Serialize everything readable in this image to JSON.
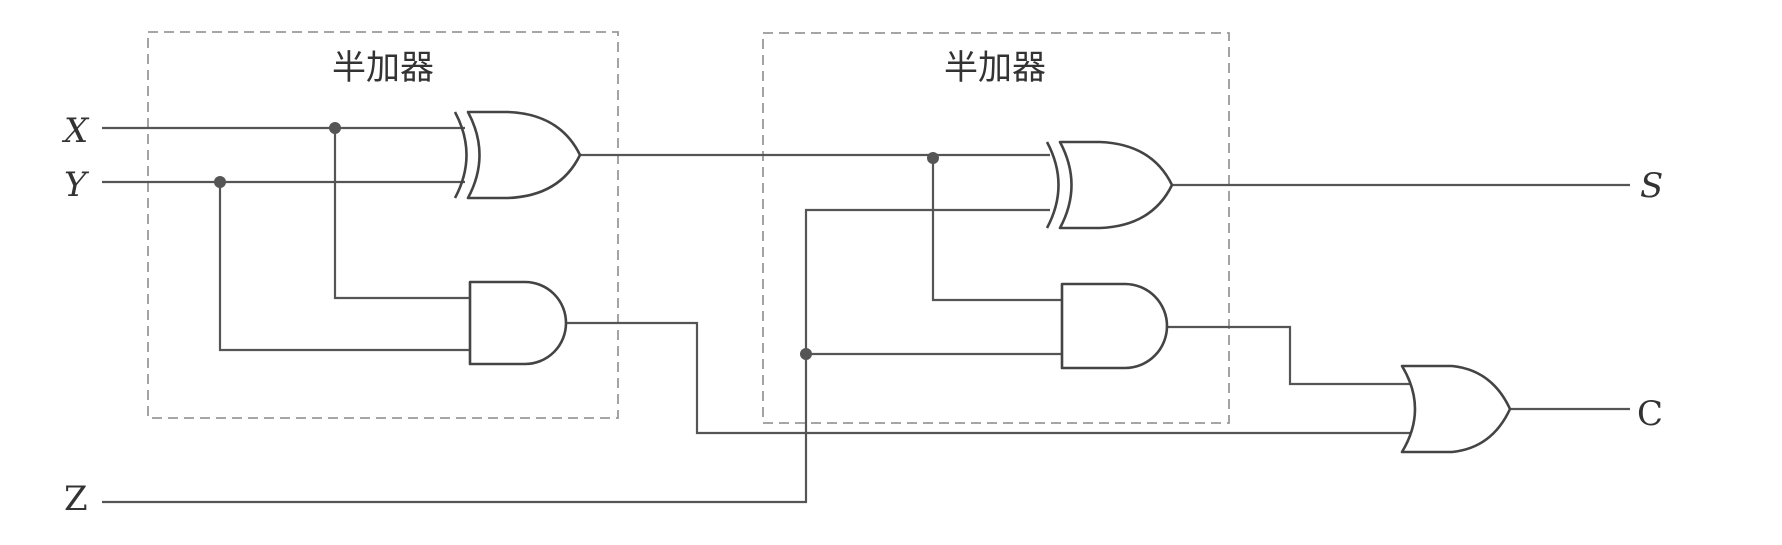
{
  "half_adder_1": {
    "title": "半加器"
  },
  "half_adder_2": {
    "title": "半加器"
  },
  "inputs": {
    "x": "X",
    "y": "Y",
    "z": "Z"
  },
  "outputs": {
    "s": "S",
    "c": "C"
  }
}
